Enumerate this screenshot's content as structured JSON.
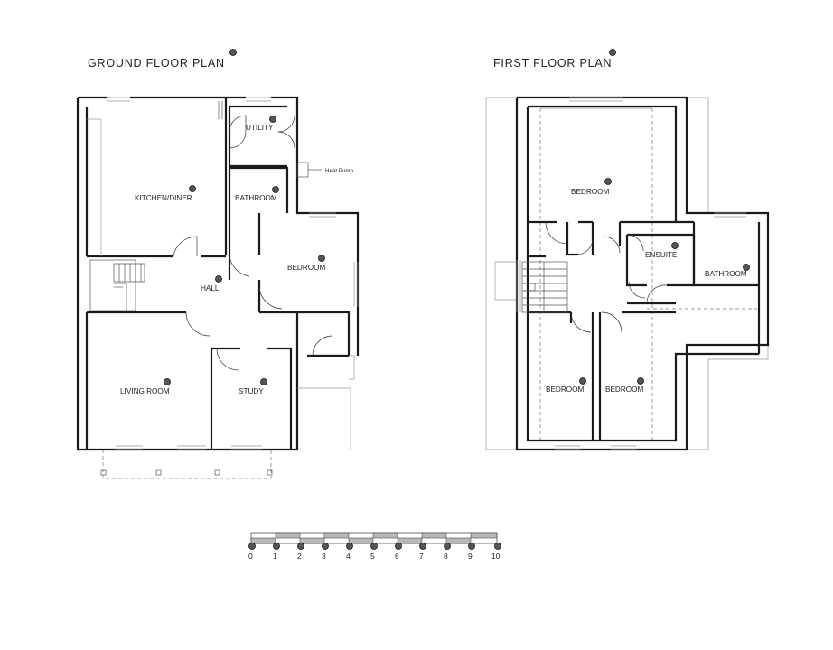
{
  "ground_floor": {
    "title": "GROUND FLOOR PLAN",
    "rooms": {
      "utility": "UTILITY",
      "kitchen": "KITCHEN/DINER",
      "bathroom": "BATHROOM",
      "bedroom": "BEDROOM",
      "hall": "HALL",
      "living": "LIVING ROOM",
      "study": "STUDY"
    },
    "heat_pump": "Heat Pump"
  },
  "first_floor": {
    "title": "FIRST FLOOR PLAN",
    "rooms": {
      "bedroom_top": "BEDROOM",
      "ensuite": "ENSUITE",
      "bathroom": "BATHROOM",
      "bedroom_left": "BEDROOM",
      "bedroom_right": "BEDROOM"
    }
  },
  "scale_bar": {
    "ticks": [
      "0",
      "1",
      "2",
      "3",
      "4",
      "5",
      "6",
      "7",
      "8",
      "9",
      "10"
    ]
  },
  "colors": {
    "line": "#1a1a1a",
    "marker": "#555555"
  },
  "icons": {
    "marker": "map-pin-icon",
    "heat_pump": "heat-pump-unit-icon"
  }
}
